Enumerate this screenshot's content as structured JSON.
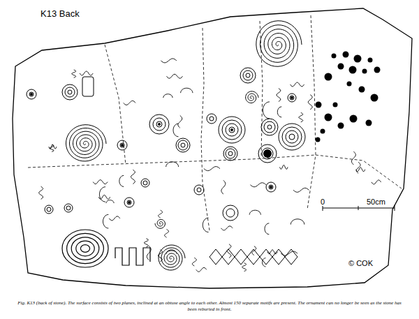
{
  "diagram": {
    "title": "K13 Back",
    "caption": "Fig. K13 (back of stone). The surface consists of two planes, inclined at an obtuse angle to each other. Almost 150 separate motifs are present. The ornament can no longer be seen as the stone has been reburied in front.",
    "labels": [
      "0",
      "50cm",
      "© COK"
    ]
  }
}
